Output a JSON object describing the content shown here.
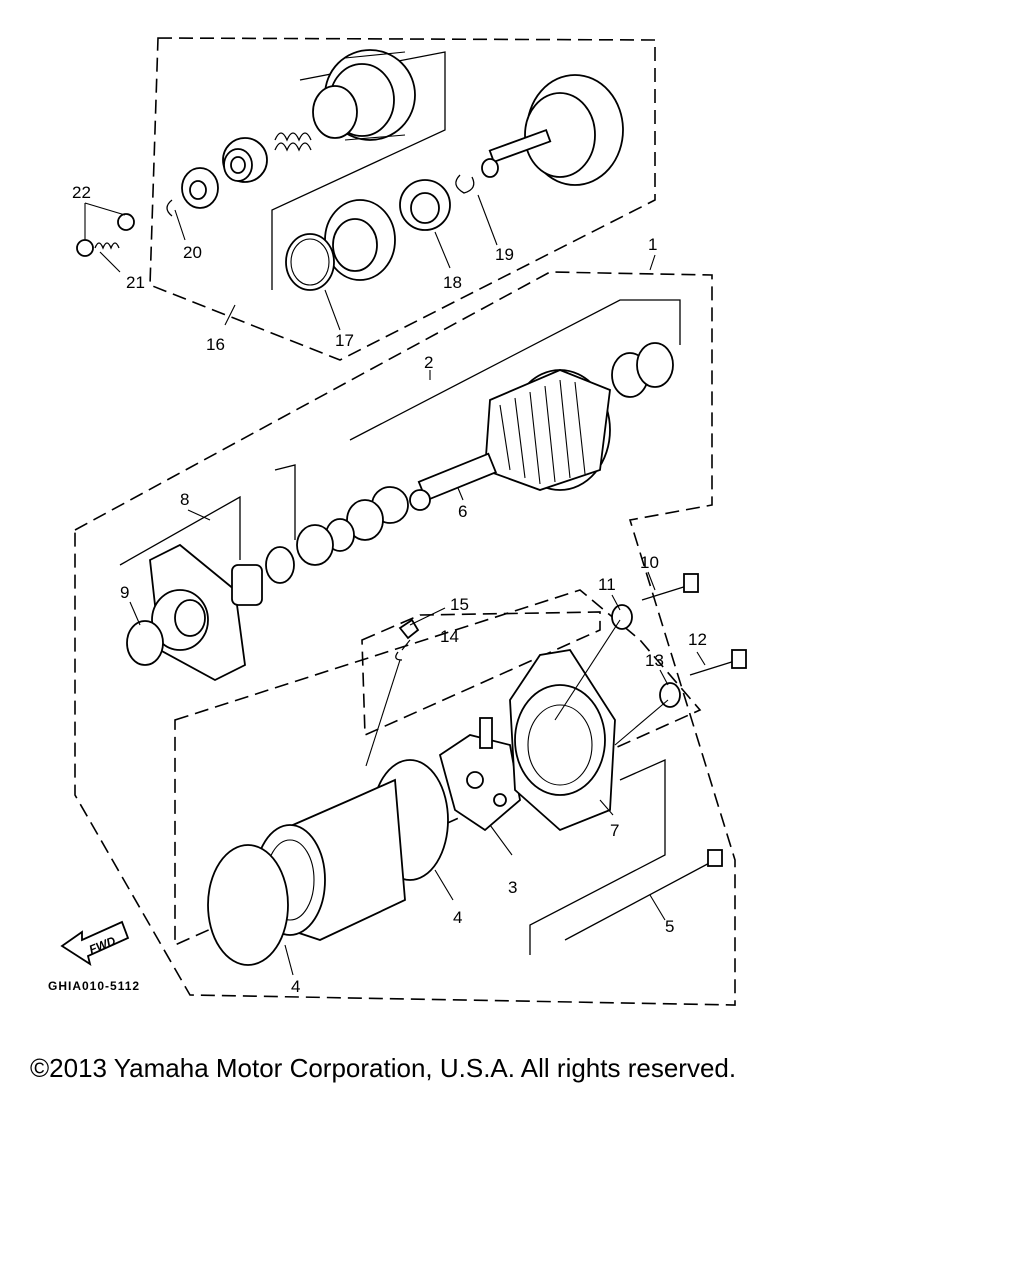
{
  "diagram": {
    "callouts": [
      {
        "id": "c1",
        "text": "1"
      },
      {
        "id": "c2",
        "text": "2"
      },
      {
        "id": "c3",
        "text": "3"
      },
      {
        "id": "c4a",
        "text": "4"
      },
      {
        "id": "c4b",
        "text": "4"
      },
      {
        "id": "c5",
        "text": "5"
      },
      {
        "id": "c6",
        "text": "6"
      },
      {
        "id": "c7",
        "text": "7"
      },
      {
        "id": "c8",
        "text": "8"
      },
      {
        "id": "c9",
        "text": "9"
      },
      {
        "id": "c10",
        "text": "10"
      },
      {
        "id": "c11",
        "text": "11"
      },
      {
        "id": "c12",
        "text": "12"
      },
      {
        "id": "c13",
        "text": "13"
      },
      {
        "id": "c14",
        "text": "14"
      },
      {
        "id": "c15",
        "text": "15"
      },
      {
        "id": "c16",
        "text": "16"
      },
      {
        "id": "c17",
        "text": "17"
      },
      {
        "id": "c18",
        "text": "18"
      },
      {
        "id": "c19",
        "text": "19"
      },
      {
        "id": "c20",
        "text": "20"
      },
      {
        "id": "c21",
        "text": "21"
      },
      {
        "id": "c22",
        "text": "22"
      }
    ],
    "fwd_label": "FWD",
    "drawing_code": "GHIA010-5112"
  },
  "footer": {
    "copyright": "©2013 Yamaha Motor Corporation, U.S.A. All rights reserved."
  }
}
